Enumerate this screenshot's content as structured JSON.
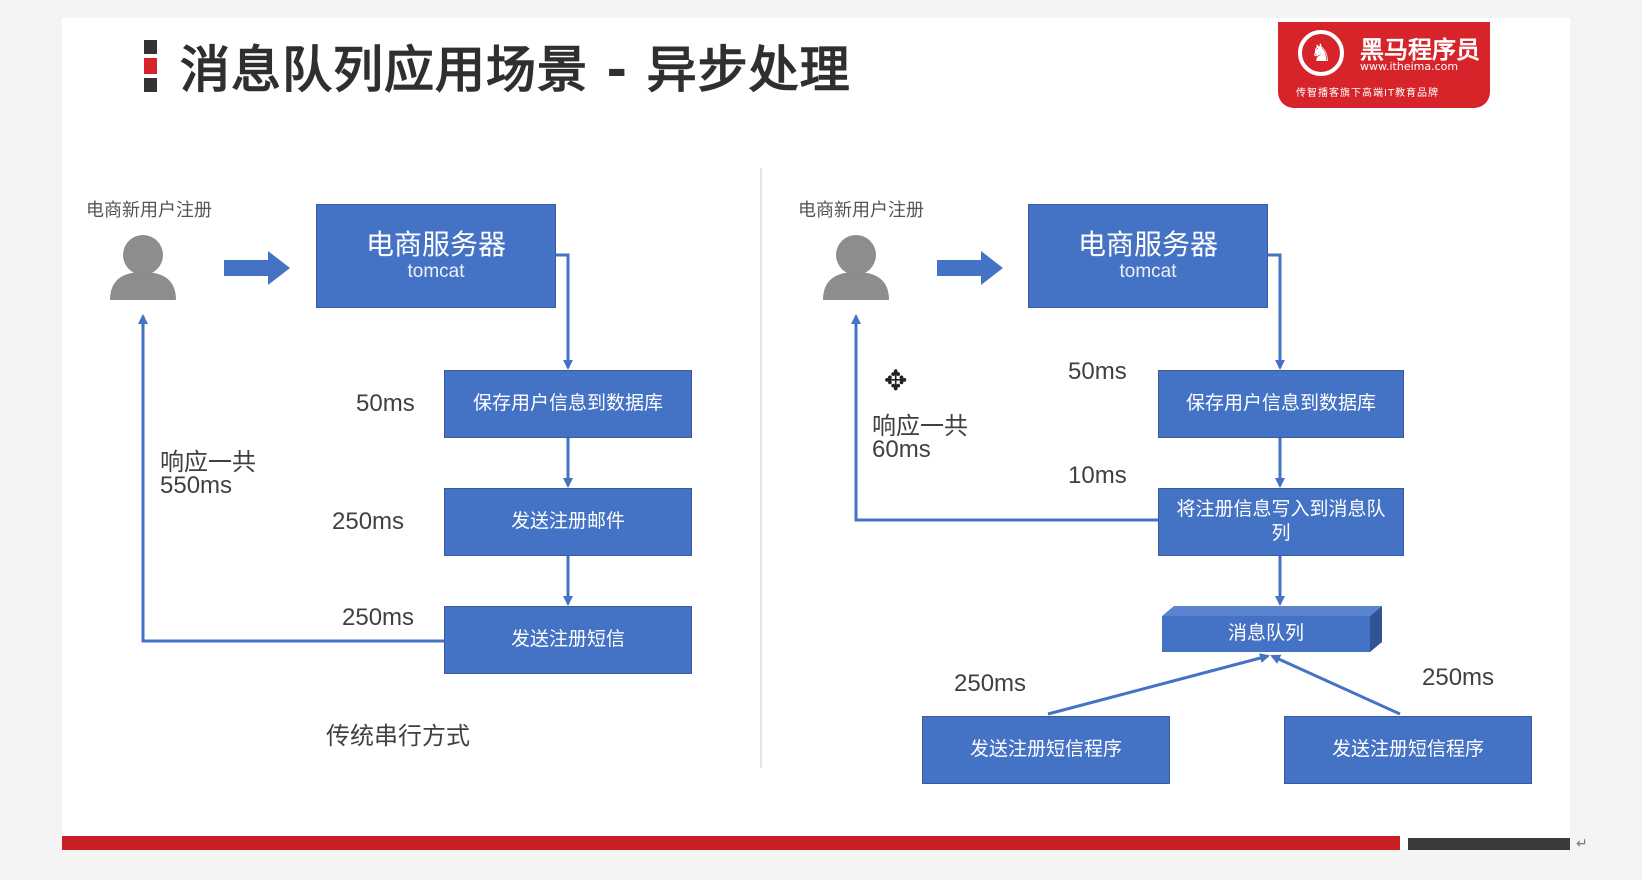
{
  "title": "消息队列应用场景 - 异步处理",
  "logo": {
    "name": "黑马程序员",
    "url": "www.itheima.com",
    "slogan": "传智播客旗下高端IT教育品牌"
  },
  "colors": {
    "box_fill": "#4472c4",
    "arrow": "#4472c4",
    "title_mark_red": "#d6242a",
    "title_mark_dark": "#333333",
    "bottom_bar_red": "#c71f24",
    "bottom_bar_dark": "#3a3a3a"
  },
  "left_diagram": {
    "user_label": "电商新用户注册",
    "user_icon": "person-icon",
    "server_title": "电商服务器",
    "server_subtitle": "tomcat",
    "steps": [
      {
        "label": "保存用户信息到数据库",
        "time": "50ms"
      },
      {
        "label": "发送注册邮件",
        "time": "250ms"
      },
      {
        "label": "发送注册短信",
        "time": "250ms"
      }
    ],
    "response_line1": "响应一共",
    "response_line2": "550ms",
    "caption": "传统串行方式"
  },
  "right_diagram": {
    "user_label": "电商新用户注册",
    "user_icon": "person-icon",
    "server_title": "电商服务器",
    "server_subtitle": "tomcat",
    "step_save": {
      "label": "保存用户信息到数据库",
      "time": "50ms"
    },
    "step_queue_write": {
      "label": "将注册信息写入到消息队列",
      "time": "10ms"
    },
    "queue_label": "消息队列",
    "consumers": [
      {
        "label": "发送注册短信程序",
        "time": "250ms"
      },
      {
        "label": "发送注册短信程序",
        "time": "250ms"
      }
    ],
    "response_line1": "响应一共",
    "response_line2": "60ms"
  },
  "footer": {
    "return_mark": "↵"
  }
}
